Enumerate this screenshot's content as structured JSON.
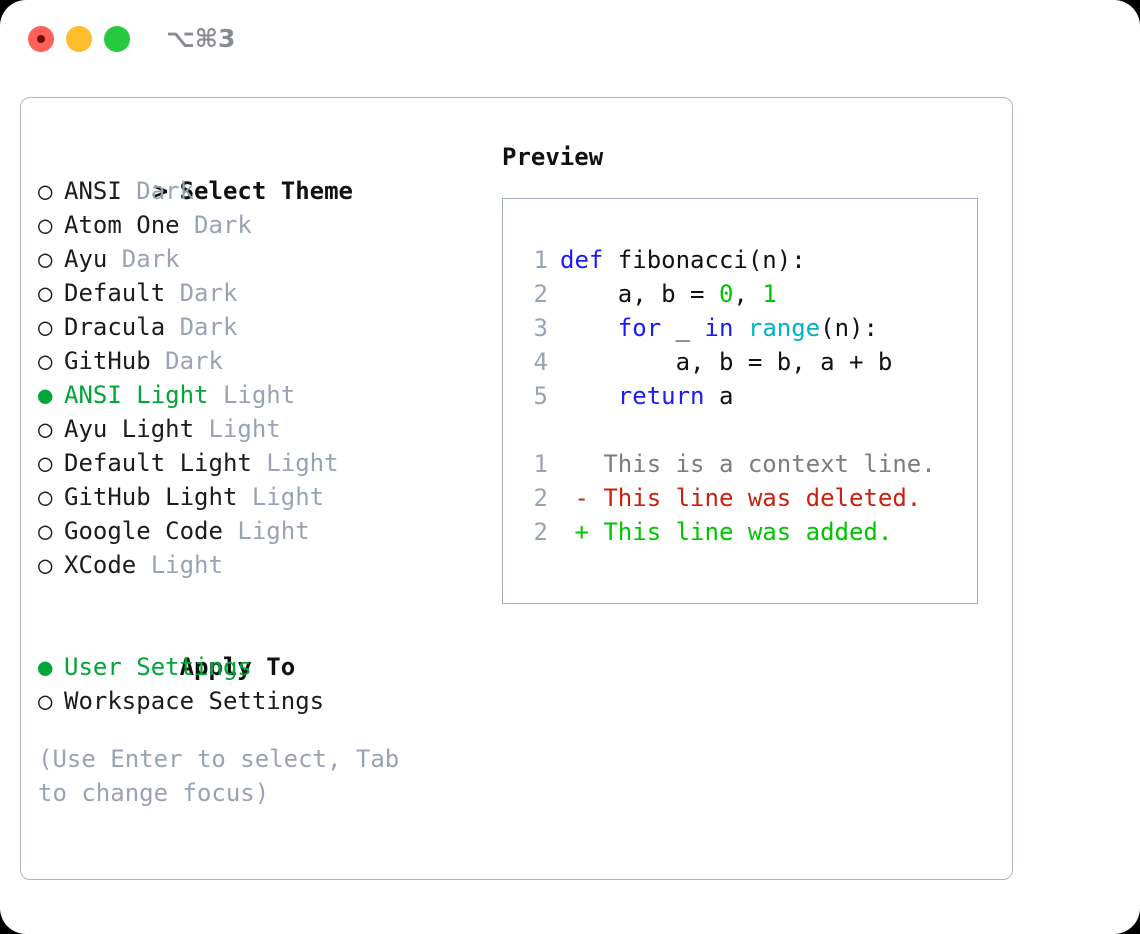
{
  "titlebar": {
    "shortcut": "⌥⌘3",
    "buttons": {
      "close": "close",
      "minimize": "minimize",
      "maximize": "maximize"
    }
  },
  "theme_picker": {
    "heading_marker": "> ",
    "heading": "Select Theme",
    "unselected_marker": "○ ",
    "selected_marker": "● ",
    "items": [
      {
        "name": "ANSI",
        "category": " Dark",
        "selected": false
      },
      {
        "name": "Atom One",
        "category": " Dark",
        "selected": false
      },
      {
        "name": "Ayu",
        "category": " Dark",
        "selected": false
      },
      {
        "name": "Default",
        "category": " Dark",
        "selected": false
      },
      {
        "name": "Dracula",
        "category": " Dark",
        "selected": false
      },
      {
        "name": "GitHub",
        "category": " Dark",
        "selected": false
      },
      {
        "name": "ANSI Light",
        "category": " Light",
        "selected": true
      },
      {
        "name": "Ayu Light",
        "category": " Light",
        "selected": false
      },
      {
        "name": "Default Light",
        "category": " Light",
        "selected": false
      },
      {
        "name": "GitHub Light",
        "category": " Light",
        "selected": false
      },
      {
        "name": "Google Code",
        "category": " Light",
        "selected": false
      },
      {
        "name": "XCode",
        "category": " Light",
        "selected": false
      }
    ]
  },
  "apply_to": {
    "heading_marker": "  ",
    "heading": "Apply To",
    "items": [
      {
        "name": "User Settings",
        "selected": true
      },
      {
        "name": "Workspace Settings",
        "selected": false
      }
    ]
  },
  "hint": "(Use Enter to select, Tab to change focus)",
  "preview": {
    "title": "Preview",
    "code_lines": [
      {
        "num": "1",
        "tokens": [
          {
            "t": "def",
            "c": "kw"
          },
          {
            "t": " fibonacci(n):",
            "c": "txt"
          }
        ]
      },
      {
        "num": "2",
        "tokens": [
          {
            "t": "    a, b = ",
            "c": "txt"
          },
          {
            "t": "0",
            "c": "num"
          },
          {
            "t": ", ",
            "c": "txt"
          },
          {
            "t": "1",
            "c": "num"
          }
        ]
      },
      {
        "num": "3",
        "tokens": [
          {
            "t": "    ",
            "c": "txt"
          },
          {
            "t": "for",
            "c": "kw"
          },
          {
            "t": " _ ",
            "c": "txt"
          },
          {
            "t": "in",
            "c": "kw"
          },
          {
            "t": " ",
            "c": "txt"
          },
          {
            "t": "range",
            "c": "fn"
          },
          {
            "t": "(n):",
            "c": "txt"
          }
        ]
      },
      {
        "num": "4",
        "tokens": [
          {
            "t": "        a, b = b, a + b",
            "c": "txt"
          }
        ]
      },
      {
        "num": "5",
        "tokens": [
          {
            "t": "    ",
            "c": "txt"
          },
          {
            "t": "return",
            "c": "kw"
          },
          {
            "t": " a",
            "c": "txt"
          }
        ]
      }
    ],
    "diff_lines": [
      {
        "num": "1",
        "tokens": [
          {
            "t": "   This is a context line.",
            "c": "ctx"
          }
        ]
      },
      {
        "num": "2",
        "tokens": [
          {
            "t": " - This line was deleted.",
            "c": "del"
          }
        ]
      },
      {
        "num": "2",
        "tokens": [
          {
            "t": " + This line was added.",
            "c": "add"
          }
        ]
      }
    ]
  },
  "colors": {
    "accent_green": "#00a636",
    "muted": "#9aa3b5",
    "keyword_blue": "#1a1aff",
    "function_cyan": "#00b3c8",
    "number_green": "#00c400",
    "diff_deleted": "#cc1f0e",
    "diff_added": "#00c400",
    "panel_border": "#aeb4c0",
    "traffic_red": "#ff6058",
    "traffic_yellow": "#ffbd2e",
    "traffic_green": "#27c93f"
  }
}
